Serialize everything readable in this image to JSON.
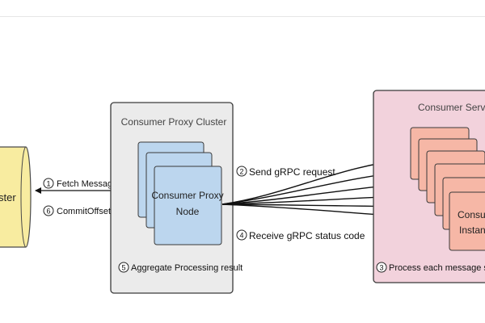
{
  "kafka": {
    "label": "ster"
  },
  "proxy_cluster": {
    "title": "Consumer Proxy Cluster"
  },
  "proxy_node": {
    "line1": "Consumer Proxy",
    "line2": "Node"
  },
  "service": {
    "title": "Consumer Service",
    "instance_line1": "Consum",
    "instance_line2": "Instanc"
  },
  "steps": [
    {
      "num": "1",
      "text": "Fetch Messages"
    },
    {
      "num": "6",
      "text": "CommitOffsets"
    },
    {
      "num": "2",
      "text": "Send gRPC request"
    },
    {
      "num": "4",
      "text": "Receive gRPC status code"
    },
    {
      "num": "5",
      "text": "Aggregate Processing result"
    },
    {
      "num": "3",
      "text": "Process each message se"
    }
  ],
  "colors": {
    "kafka_fill": "#f8eca0",
    "kafka_stroke": "#4a4a4a",
    "proxy_cluster_fill": "#ebebeb",
    "proxy_node_fill": "#bcd6ee",
    "service_fill": "#f2d2dc",
    "instance_fill": "#f6b7a6",
    "stroke": "#3a3a3a",
    "arrow": "#111111"
  }
}
